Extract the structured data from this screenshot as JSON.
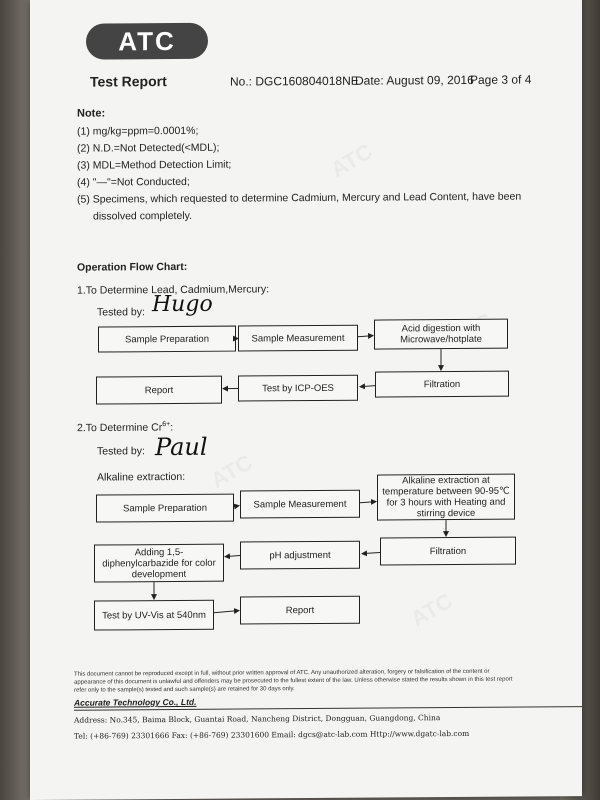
{
  "header": {
    "logo": "ATC",
    "title": "Test Report",
    "report_no": "No.: DGC160804018NE",
    "date": "Date: August 09, 2016",
    "page": "Page 3 of 4"
  },
  "notes": {
    "heading": "Note:",
    "items": [
      "(1) mg/kg=ppm=0.0001%;",
      "(2) N.D.=Not Detected(<MDL);",
      "(3) MDL=Method Detection Limit;",
      "(4) \"—\"=Not Conducted;",
      "(5) Specimens, which requested to determine Cadmium, Mercury and Lead Content, have been",
      "dissolved completely."
    ]
  },
  "flow": {
    "heading": "Operation Flow Chart:",
    "section1": {
      "title": "1.To Determine Lead, Cadmium,Mercury:",
      "tested_by": "Tested by:",
      "signature": "Hugo",
      "boxes": [
        "Sample Preparation",
        "Sample Measurement",
        "Acid digestion with Microwave/hotplate",
        "Filtration",
        "Test by ICP-OES",
        "Report"
      ]
    },
    "section2": {
      "title": "2.To Determine Cr",
      "title_sup": "6+",
      "title_end": ":",
      "tested_by": "Tested by:",
      "signature": "Paul",
      "extraction": "Alkaline extraction:",
      "boxes": [
        "Sample Preparation",
        "Sample Measurement",
        "Alkaline extraction at temperature between 90-95℃ for 3 hours with Heating and stirring device",
        "Filtration",
        "pH adjustment",
        "Adding 1,5-diphenylcarbazide for color development",
        "Test by UV-Vis at 540nm",
        "Report"
      ]
    }
  },
  "footer": {
    "disclaimer": [
      "This document cannot be reproduced except in full, without prior written approval of ATC. Any unauthorized alteration, forgery or falsification of the content or",
      "appearance of   this document is unlawful and offenders may be prosecuted to the fullest extent of the law. Unless otherwise stated the results shown in this test report",
      "refer only to the sample(s) tested and such sample(s) are retained for 30 days only."
    ],
    "company": "Accurate Technology Co., Ltd.",
    "address": "Address: No.345, Baima Block, Guantai Road, Nancheng District, Dongguan, Guangdong, China",
    "contact": "Tel: (+86-769) 23301666       Fax: (+86-769) 23301600       Email: dgcs@atc-lab.com       Http://www.dgatc-lab.com"
  }
}
